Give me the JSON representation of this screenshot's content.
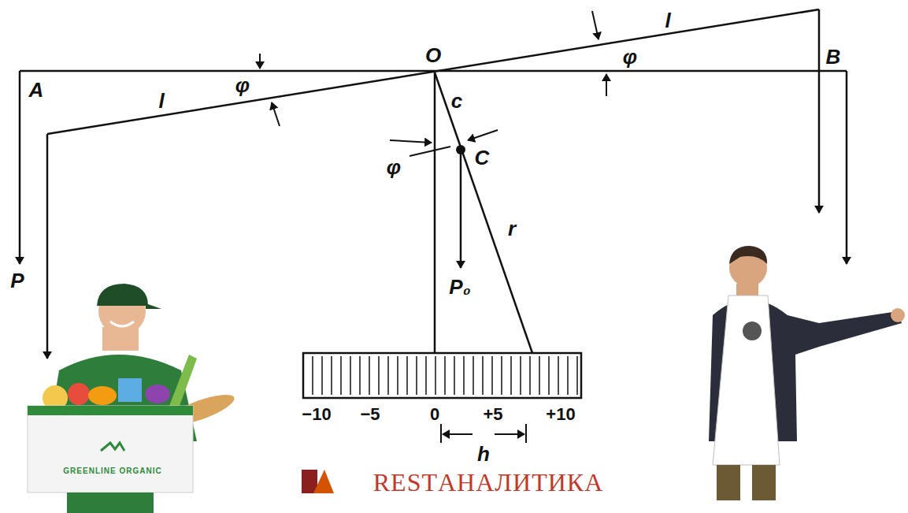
{
  "diagram": {
    "labels": [
      "A",
      "O",
      "B",
      "l",
      "l",
      "φ",
      "φ",
      "c",
      "φ",
      "C",
      "P",
      "P₀",
      "r",
      "−10",
      "−5",
      "0",
      "+5",
      "+10",
      "h",
      "GREENLINE ORGANIC",
      "RESTАНАЛИТИКА"
    ]
  }
}
